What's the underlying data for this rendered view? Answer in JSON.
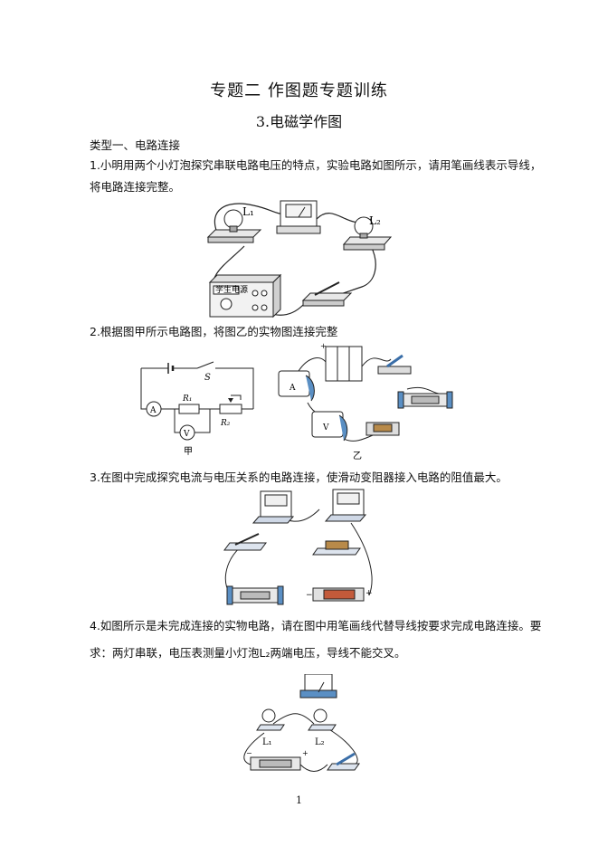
{
  "title": "专题二  作图题专题训练",
  "subtitle": "3.电磁学作图",
  "section": "类型一、电路连接",
  "q1": {
    "line1": "1.小明用两个小灯泡探究串联电路电压的特点，实验电路如图所示，请用笔画线表示导线，",
    "line2": "将电路连接完整。",
    "lamp1_label": "L₁",
    "lamp2_label": "L₂",
    "supply_label": "学生电源"
  },
  "q2": {
    "line1": "2.根据图甲所示电路图，将图乙的实物图连接完整",
    "r1_label": "R₁",
    "r2_label": "R₂",
    "switch_label": "S",
    "ammeter_label": "A",
    "voltmeter_label": "V",
    "caption_a": "甲",
    "caption_b": "乙"
  },
  "q3": {
    "line1": "3.在图中完成探究电流与电压关系的电路连接，使滑动变阻器接入电路的阻值最大。"
  },
  "q4": {
    "line1": "4.如图所示是未完成连接的实物电路，请在图中用笔画线代替导线按要求完成电路连接。要",
    "line2": "求：两灯串联，电压表测量小灯泡L₂两端电压，导线不能交叉。",
    "lamp1_label": "L₁",
    "lamp2_label": "L₂"
  },
  "page_number": "1"
}
